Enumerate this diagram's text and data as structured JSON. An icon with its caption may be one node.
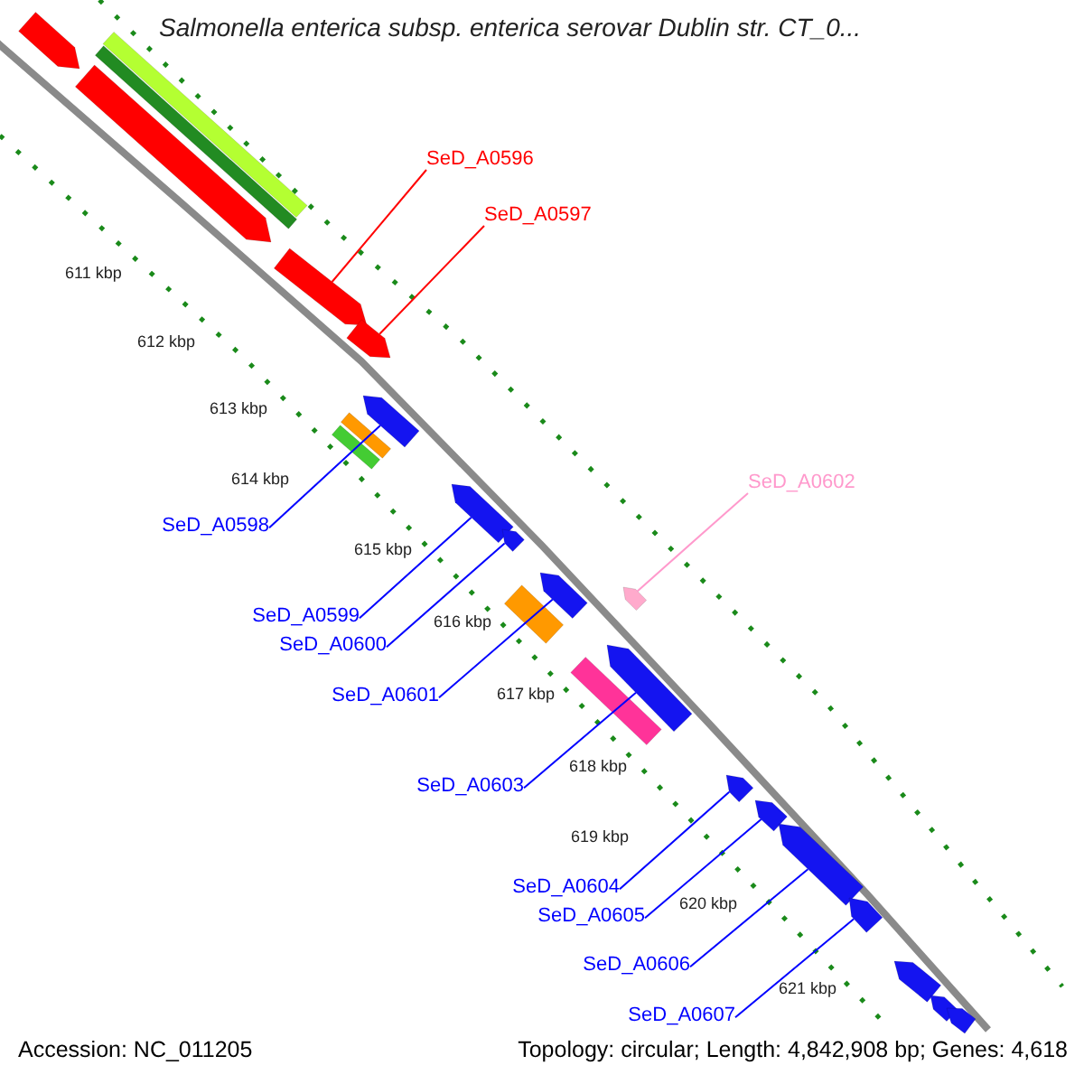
{
  "diagram": {
    "title": "Salmonella enterica subsp. enterica serovar Dublin str. CT_0...",
    "nodes": [
      {
        "text": [
          "SeD_A0596"
        ]
      },
      {
        "text": [
          "SeD_A0597"
        ]
      },
      {
        "text": [
          "SeD_A0602"
        ]
      },
      {
        "text": [
          "SeD_A0598"
        ]
      },
      {
        "text": [
          "SeD_A0599"
        ]
      },
      {
        "text": [
          "SeD_A0600"
        ]
      },
      {
        "text": [
          "SeD_A0601"
        ]
      },
      {
        "text": [
          "SeD_A0603"
        ]
      },
      {
        "text": [
          "SeD_A0604"
        ]
      },
      {
        "text": [
          "SeD_A0605"
        ]
      },
      {
        "text": [
          "SeD_A0606"
        ]
      },
      {
        "text": [
          "SeD_A0607"
        ]
      },
      {
        "text": [],
        "shape": "bar"
      },
      {
        "text": [],
        "shape": "bar"
      },
      {
        "text": [],
        "shape": "bar"
      },
      {
        "text": [],
        "shape": "bar"
      },
      {
        "text": [],
        "shape": "bar"
      },
      {
        "text": [],
        "shape": "bar"
      },
      {
        "text": [],
        "shape": "bar"
      },
      {
        "text": [],
        "shape": "bar"
      },
      {
        "text": [],
        "shape": "bar"
      },
      {
        "text": [],
        "shape": "bar"
      },
      {
        "text": [],
        "shape": "bar"
      },
      {
        "text": [],
        "shape": "bar"
      },
      {
        "text": [],
        "shape": "bar"
      },
      {
        "text": [],
        "shape": "bar"
      },
      {
        "text": [],
        "shape": "bar"
      },
      {
        "text": [],
        "shape": "bar"
      },
      {
        "text": [],
        "shape": "bar"
      },
      {
        "text": [],
        "shape": "bar"
      },
      {
        "text": [],
        "shape": "bar"
      },
      {
        "text": [],
        "shape": "bar"
      },
      {
        "text": [],
        "shape": "bar"
      },
      {
        "text": [],
        "shape": "bar"
      },
      {
        "text": [],
        "shape": "bar"
      }
    ],
    "edges": [
      {
        "from": 0,
        "to": 16,
        "arrow": "none",
        "color": "#ff0000"
      },
      {
        "from": 1,
        "to": 17,
        "arrow": "none",
        "color": "#ff0000"
      },
      {
        "from": 2,
        "to": 25,
        "arrow": "none",
        "color": "#ff99cc"
      },
      {
        "from": 3,
        "to": 20,
        "arrow": "none"
      },
      {
        "from": 4,
        "to": 21,
        "arrow": "none"
      },
      {
        "from": 5,
        "to": 22,
        "arrow": "none"
      },
      {
        "from": 6,
        "to": 24,
        "arrow": "none"
      },
      {
        "from": 7,
        "to": 27,
        "arrow": "none"
      },
      {
        "from": 8,
        "to": 28,
        "arrow": "none"
      },
      {
        "from": 9,
        "to": 29,
        "arrow": "none"
      },
      {
        "from": 10,
        "to": 30,
        "arrow": "none"
      },
      {
        "from": 11,
        "to": 31,
        "arrow": "none"
      }
    ],
    "labels": [
      "611 kbp",
      "612 kbp",
      "613 kbp",
      "614 kbp",
      "615 kbp",
      "616 kbp",
      "617 kbp",
      "618 kbp",
      "619 kbp",
      "620 kbp",
      "621 kbp",
      "Accession: NC_011205",
      "Topology: circular; Length: 4,842,908 bp; Genes: 4,618"
    ]
  }
}
